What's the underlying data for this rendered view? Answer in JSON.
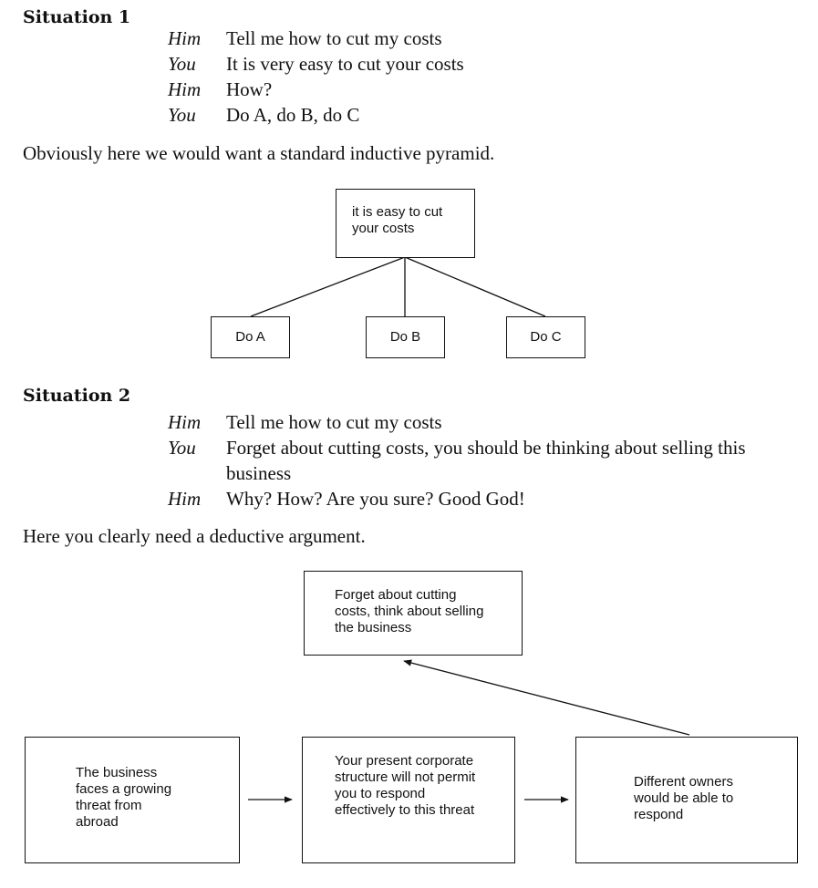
{
  "situation1": {
    "heading": "Situation 1",
    "dialog": [
      {
        "speaker": "Him",
        "text": "Tell me how to cut my costs"
      },
      {
        "speaker": "You",
        "text": "It is very easy to cut your costs"
      },
      {
        "speaker": "Him",
        "text": "How?"
      },
      {
        "speaker": "You",
        "text": "Do A, do B, do C"
      }
    ],
    "comment": "Obviously here we would want a standard inductive pyramid.",
    "diagram": {
      "top": "it is easy to cut your costs",
      "children": [
        "Do A",
        "Do B",
        "Do C"
      ]
    }
  },
  "situation2": {
    "heading": "Situation 2",
    "dialog": [
      {
        "speaker": "Him",
        "text": "Tell me how to cut my costs"
      },
      {
        "speaker": "You",
        "text": "Forget about cutting costs, you should be thinking about selling this business"
      },
      {
        "speaker": "Him",
        "text": "Why? How? Are you sure? Good God!"
      }
    ],
    "comment": "Here you clearly need a deductive argument.",
    "diagram": {
      "top": "Forget about cutting costs, think about selling the business",
      "steps": [
        "The business faces a growing threat from abroad",
        "Your present corporate structure will not permit you to respond effectively to this threat",
        "Different owners would be able to respond"
      ]
    }
  }
}
